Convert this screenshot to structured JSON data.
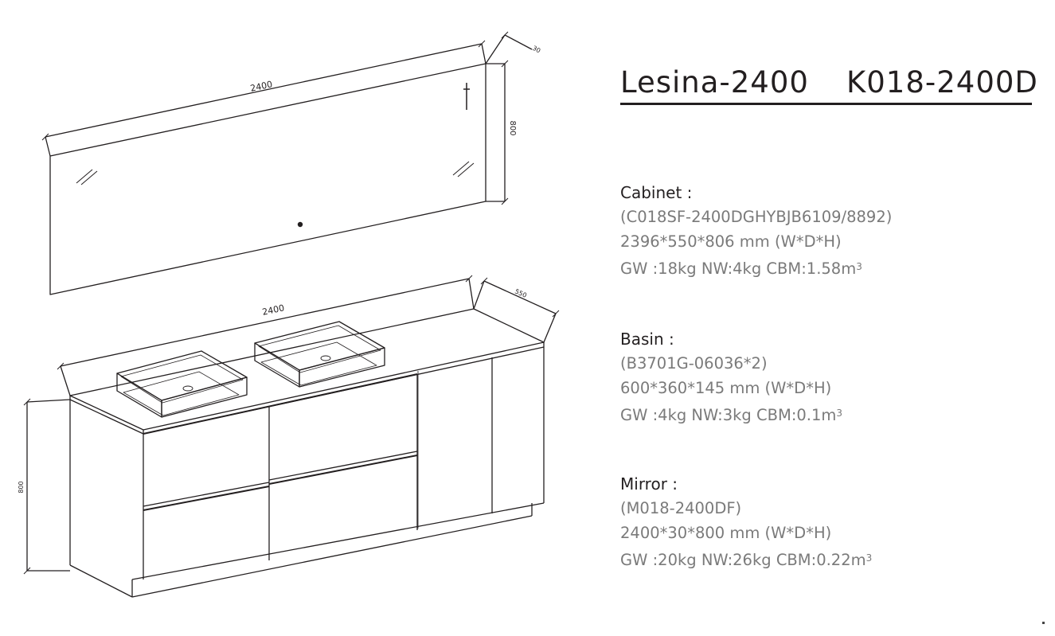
{
  "product": {
    "name": "Lesina-2400",
    "code": "K018-2400D"
  },
  "drawing": {
    "mirror": {
      "width_label": "2400",
      "depth_label": "30",
      "height_label": "800"
    },
    "cabinet": {
      "width_label": "2400",
      "depth_label": "550",
      "height_label": "800"
    }
  },
  "specs": {
    "cabinet": {
      "heading": "Cabinet :",
      "model": "(C018SF-2400DGHYBJB6109/8892)",
      "dimensions": "2396*550*806 mm (W*D*H)",
      "weights": "GW :18kg  NW:4kg  CBM:1.58m",
      "cbm_exp": "3"
    },
    "basin": {
      "heading": "Basin :",
      "model": "(B3701G-06036*2)",
      "dimensions": "600*360*145 mm (W*D*H)",
      "weights": "GW :4kg  NW:3kg  CBM:0.1m",
      "cbm_exp": "3"
    },
    "mirror": {
      "heading": "Mirror :",
      "model": "(M018-2400DF)",
      "dimensions": "2400*30*800 mm (W*D*H)",
      "weights": "GW :20kg  NW:26kg  CBM:0.22m",
      "cbm_exp": "3"
    }
  }
}
